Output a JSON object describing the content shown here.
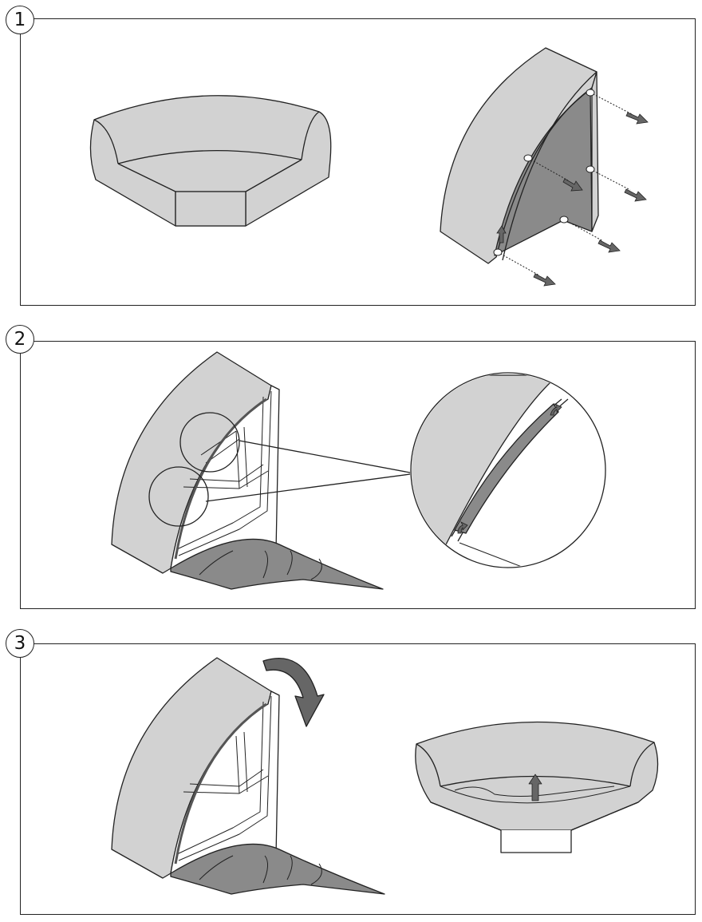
{
  "steps": [
    {
      "number": "1"
    },
    {
      "number": "2"
    },
    {
      "number": "3"
    }
  ],
  "colors": {
    "upholstery": "#d2d2d2",
    "panel_dark": "#8a8a8a",
    "arrow": "#666666",
    "line": "#222222"
  },
  "icons": [
    "arrow-icon",
    "curved-arrow-icon",
    "magnifier-circle"
  ]
}
